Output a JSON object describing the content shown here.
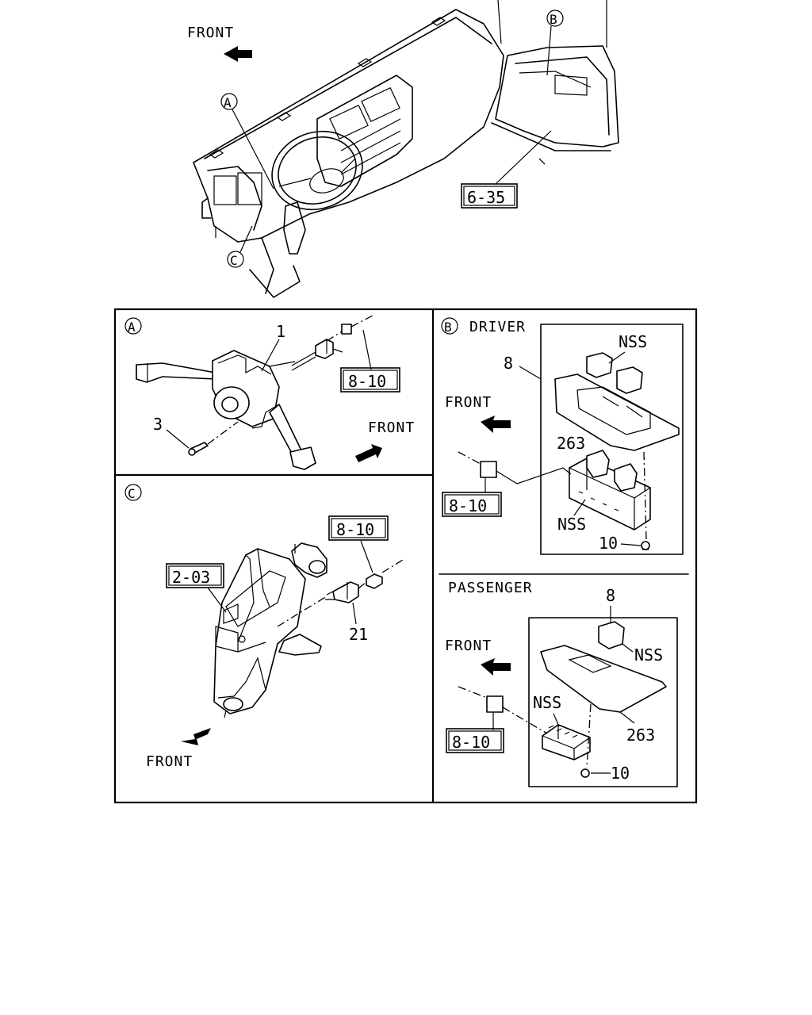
{
  "overview": {
    "front_label": "FRONT",
    "callout_a": "A",
    "callout_b": "B",
    "callout_c": "C",
    "ref_box": "6-35"
  },
  "panel_a": {
    "callout": "A",
    "part_1": "1",
    "part_3": "3",
    "ref_box": "8-10",
    "front_label": "FRONT"
  },
  "panel_b": {
    "callout": "B",
    "title": "DRIVER",
    "part_8": "8",
    "nss_top": "NSS",
    "part_263": "263",
    "nss_bottom": "NSS",
    "part_10": "10",
    "front_label": "FRONT",
    "ref_box": "8-10"
  },
  "panel_passenger": {
    "title": "PASSENGER",
    "part_8": "8",
    "nss_right": "NSS",
    "nss_switch": "NSS",
    "part_263": "263",
    "part_10": "10",
    "front_label": "FRONT",
    "ref_box": "8-10"
  },
  "panel_c": {
    "callout": "C",
    "ref_box_connector": "8-10",
    "ref_box_column": "2-03",
    "part_21": "21",
    "front_label": "FRONT"
  }
}
